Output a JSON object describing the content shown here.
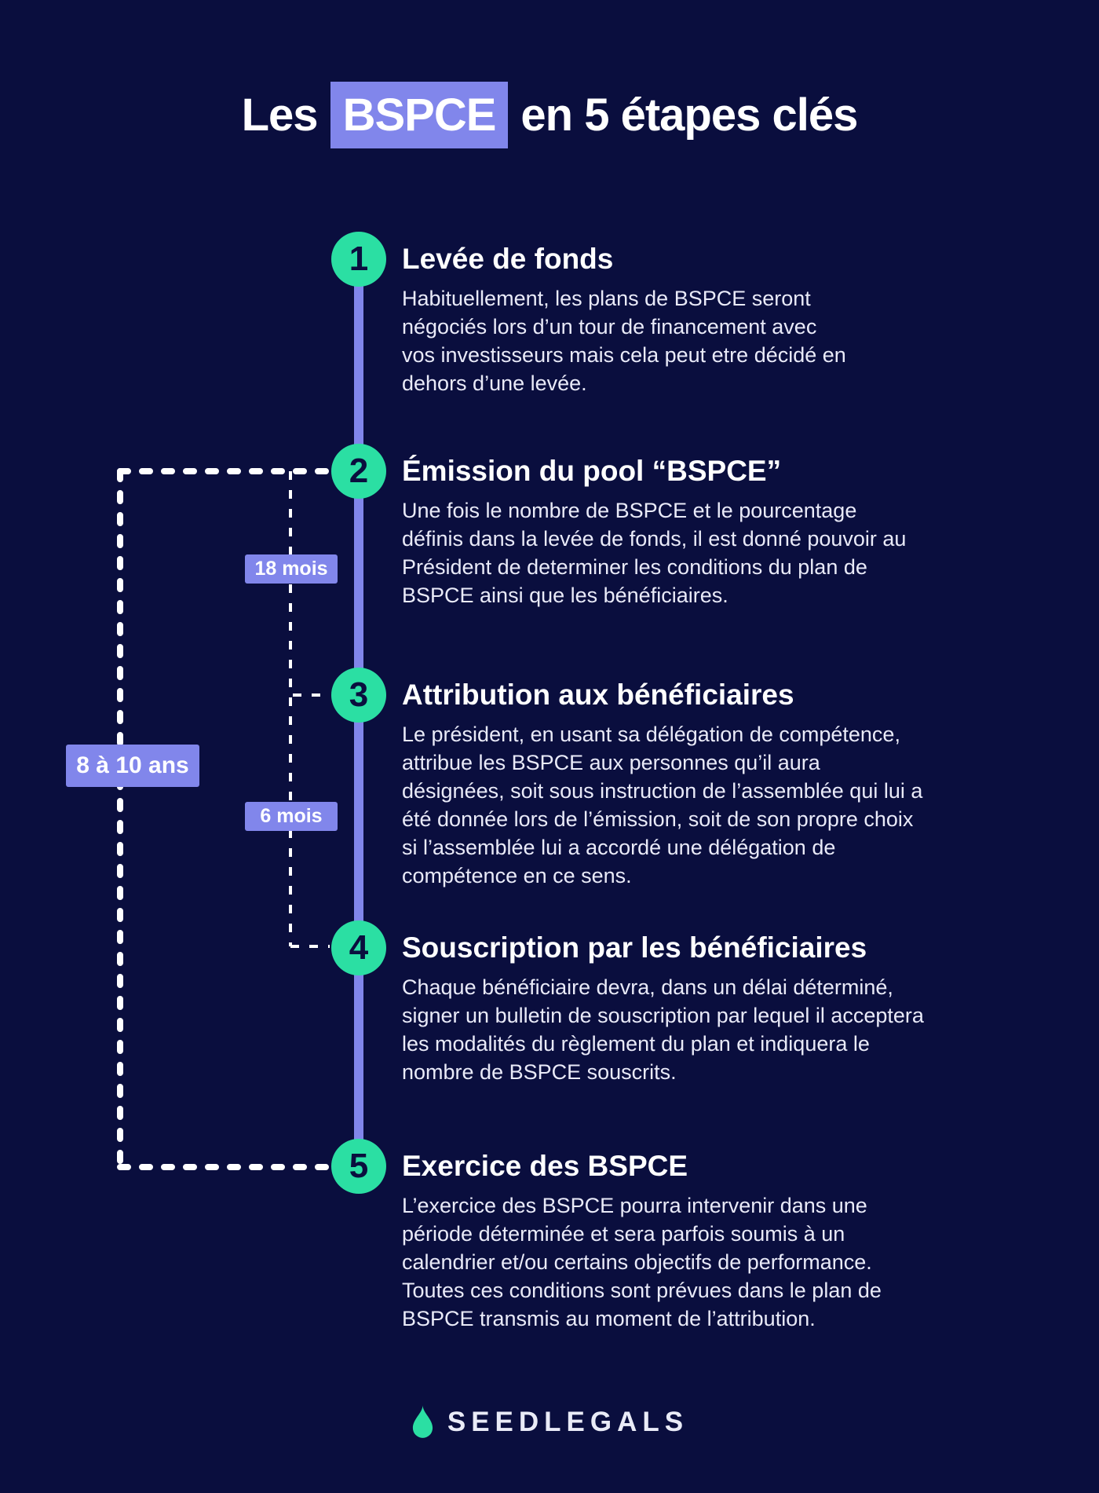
{
  "title": {
    "prefix": "Les",
    "highlight": "BSPCE",
    "suffix": "en 5 étapes clés"
  },
  "steps": [
    {
      "number": "1",
      "title": "Levée de fonds",
      "body": "Habituellement, les plans de BSPCE seront négociés lors d’un tour de financement avec vos investisseurs mais cela peut etre décidé en dehors d’une levée."
    },
    {
      "number": "2",
      "title": "Émission du pool “BSPCE”",
      "body": "Une fois le nombre de BSPCE et le pourcentage définis dans la levée de fonds, il est donné pouvoir au Président de determiner les conditions du plan de BSPCE ainsi que les bénéficiaires."
    },
    {
      "number": "3",
      "title": "Attribution aux bénéficiaires",
      "body": "Le président, en usant sa délégation de compétence, attribue les BSPCE aux personnes qu’il aura désignées, soit sous instruction de l’assemblée qui lui a été donnée lors de l’émission, soit de son propre choix si l’assemblée lui a accordé une délégation de compétence en ce sens."
    },
    {
      "number": "4",
      "title": "Souscription par les bénéficiaires",
      "body": "Chaque bénéficiaire devra, dans un délai déterminé, signer un bulletin de souscription par lequel il acceptera les modalités du règlement du plan et indiquera le nombre de BSPCE souscrits."
    },
    {
      "number": "5",
      "title": "Exercice des BSPCE",
      "body": "L’exercice des BSPCE pourra intervenir dans une période déterminée et sera parfois soumis à un calendrier et/ou certains objectifs de performance. Toutes ces conditions sont prévues dans le plan de BSPCE transmis au moment de l’attribution."
    }
  ],
  "durations": [
    {
      "label": "18 mois"
    },
    {
      "label": "8 à 10 ans"
    },
    {
      "label": "6 mois"
    }
  ],
  "footer": {
    "brand": "SEEDLEGALS",
    "logo_icon": "droplet-icon"
  },
  "colors": {
    "background": "#0A0E3E",
    "accent_green": "#2BDFA3",
    "accent_purple": "#8186EB",
    "body_text": "#E9EAF8",
    "dashed_line": "#FFFFFF"
  }
}
